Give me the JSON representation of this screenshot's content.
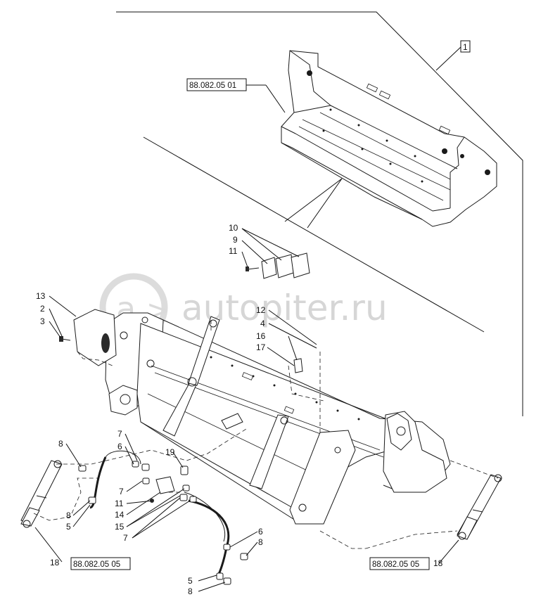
{
  "watermark": "autopiter.ru",
  "ref_codes": {
    "top_bucket": "88.082.05 01",
    "cylinder_left": "88.082.05 05",
    "cylinder_right": "88.082.05 05"
  },
  "callouts": {
    "c1": "1",
    "c10": "10",
    "c9": "9",
    "c11a": "11",
    "c13": "13",
    "c2": "2",
    "c3": "3",
    "c12": "12",
    "c4": "4",
    "c16": "16",
    "c17": "17",
    "c7a": "7",
    "c6a": "6",
    "c8a": "8",
    "c19": "19",
    "c7b": "7",
    "c11b": "11",
    "c14": "14",
    "c15": "15",
    "c7c": "7",
    "c8b": "8",
    "c5a": "5",
    "c6b": "6",
    "c8c": "8",
    "c5b": "5",
    "c8d": "8",
    "c18a": "18",
    "c18b": "18"
  }
}
